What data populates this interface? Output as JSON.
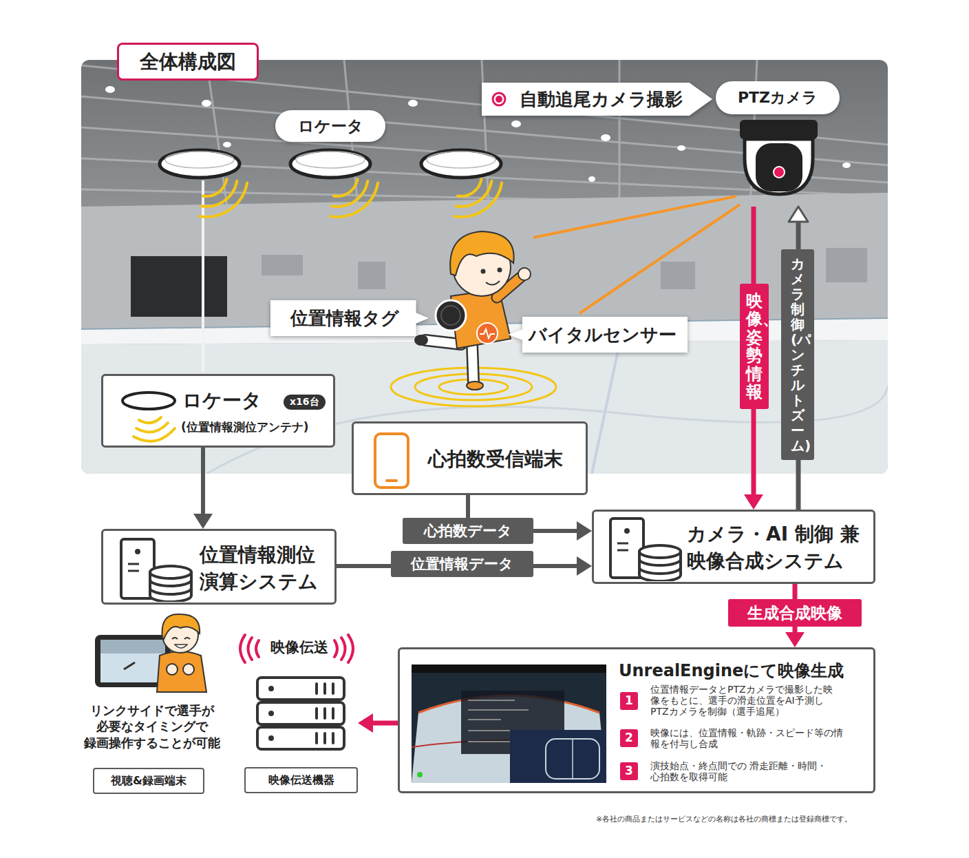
{
  "diagram": {
    "title": "全体構成図",
    "nodes": [
      {
        "text": [
          "ロケータ"
        ]
      },
      {
        "text": [
          "自動追尾カメラ撮影"
        ]
      },
      {
        "text": [
          "PTZカメラ"
        ]
      },
      {
        "text": [
          "位置情報タグ"
        ]
      },
      {
        "text": [
          "バイタルセンサー"
        ]
      },
      {
        "text": [
          "ロケータ",
          "x16台",
          "(位置情報測位アンテナ)"
        ]
      },
      {
        "text": [
          "心拍数受信端末"
        ]
      },
      {
        "text": [
          "位置情報測位 演算システム"
        ]
      },
      {
        "text": [
          "カメラ・AI 制御 兼 映像合成システム"
        ]
      },
      {
        "text": [
          "UnrealEngineにて映像生成",
          "1",
          "位置情報データとPTZカメラで撮影した映 像をもとに、選手の滑走位置をAI予測し PTZカメラを制御（選手追尾）",
          "2",
          "映像には、位置情報・軌跡・スピード等の情 報を付与し合成",
          "3",
          "演技始点・終点間での 滑走距離・時間・心拍数を取得可能"
        ]
      },
      {
        "text": [
          "視聴&録画端末"
        ]
      },
      {
        "text": [
          "映像伝送機器"
        ]
      }
    ],
    "edges": [
      {
        "from": 5,
        "to": 7,
        "arrow": "to"
      },
      {
        "from": 6,
        "to": 8,
        "label": "心拍数データ",
        "arrow": "to"
      },
      {
        "from": 7,
        "to": 8,
        "label": "位置情報データ",
        "arrow": "to"
      },
      {
        "from": 2,
        "to": 8,
        "label": "映像、姿勢情報",
        "arrow": "to"
      },
      {
        "from": 8,
        "to": 2,
        "label": "カメラ制御(パンチルトズーム)",
        "arrow": "to"
      },
      {
        "from": 8,
        "to": 9,
        "label": "生成合成映像",
        "arrow": "to"
      },
      {
        "from": 9,
        "to": 11,
        "arrow": "to"
      }
    ],
    "labels": [
      "映像伝送",
      "リンクサイドで選手が 必要なタイミングで 録画操作することが可能",
      "※各社の商品またはサービスなどの名称は各社の商標または登録商標です。"
    ]
  }
}
